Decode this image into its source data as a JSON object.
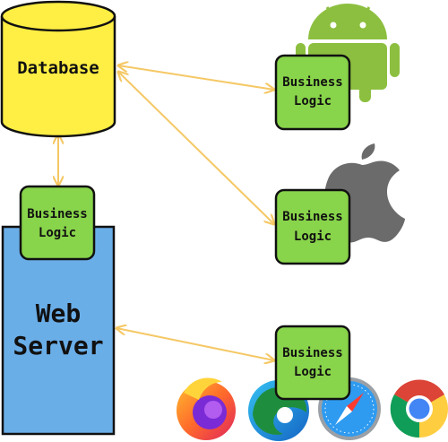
{
  "database": {
    "label": "Database"
  },
  "web_server": {
    "label_line1": "Web",
    "label_line2": "Server"
  },
  "business_logic": {
    "line1": "Business",
    "line2": "Logic"
  },
  "colors": {
    "database_fill": "#ffee44",
    "web_server_fill": "#6aaee8",
    "business_logic_fill": "#88d44a",
    "arrow": "#f5c865",
    "outline": "#111111",
    "android": "#8cbf3f",
    "apple": "#6b6b6b"
  },
  "icons": [
    "android-icon",
    "apple-icon",
    "firefox-icon",
    "edge-icon",
    "safari-icon",
    "chrome-icon"
  ]
}
